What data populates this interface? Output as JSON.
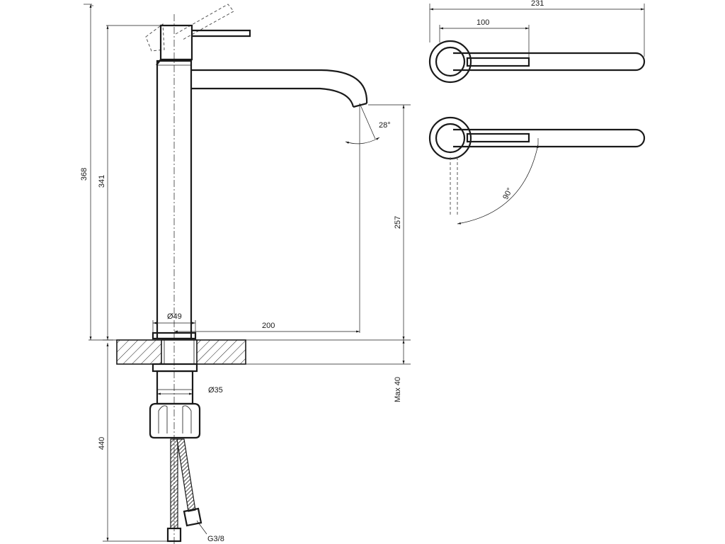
{
  "dimensions": {
    "total_height": "368",
    "body_height": "341",
    "spout_height": "257",
    "base_diameter": "Ø49",
    "spout_reach": "200",
    "shank_diameter": "Ø35",
    "max_thickness": "Max 40",
    "hose_length": "440",
    "connector": "G3/8",
    "top_width": "231",
    "handle_length": "100",
    "spout_angle": "28°",
    "handle_angle": "90°"
  }
}
